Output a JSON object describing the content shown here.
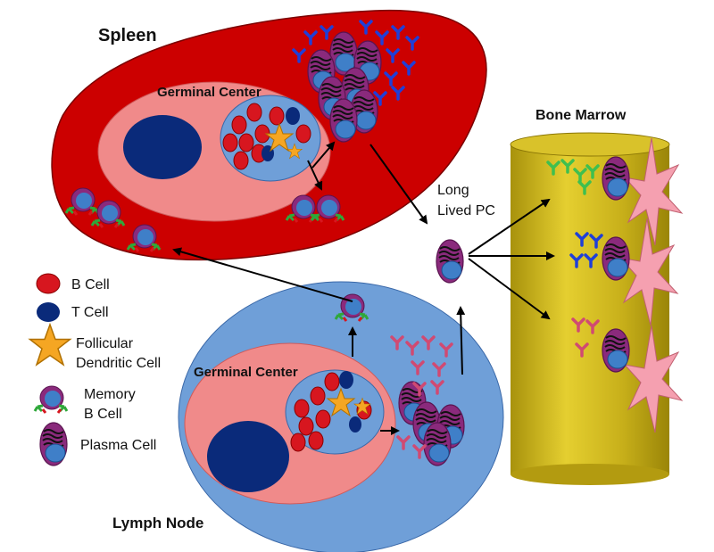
{
  "labels": {
    "spleen": "Spleen",
    "bone_marrow": "Bone Marrow",
    "germinal_center_spleen": "Germinal Center",
    "germinal_center_lymph": "Germinal Center",
    "lymph_node": "Lymph Node",
    "long_lived_line1": "Long",
    "long_lived_line2": "Lived PC"
  },
  "legend": [
    {
      "icon": "b-cell-icon",
      "text": "B Cell"
    },
    {
      "icon": "t-cell-icon",
      "text": "T Cell"
    },
    {
      "icon": "follicular-dendritic-cell-icon",
      "lines": [
        "Follicular",
        "Dendritic Cell"
      ]
    },
    {
      "icon": "memory-b-cell-icon",
      "lines": [
        "Memory",
        "B Cell"
      ]
    },
    {
      "icon": "plasma-cell-icon",
      "text": "Plasma Cell"
    }
  ],
  "colors": {
    "spleen": "#cc0000",
    "germinal_zone": "#f08a8a",
    "lymph_node": "#6f9fd8",
    "t_cell": "#0a2a7a",
    "b_cell": "#d7161f",
    "dendritic": "#f5a623",
    "plasma_outer": "#8a2a7c",
    "plasma_nucleus": "#3f7fc8",
    "bone": "#c9b21a",
    "stromal": "#f5a0b0",
    "antibody_blue": "#1f3fd8",
    "antibody_green": "#3fbf4f",
    "antibody_pink": "#d04a72"
  }
}
